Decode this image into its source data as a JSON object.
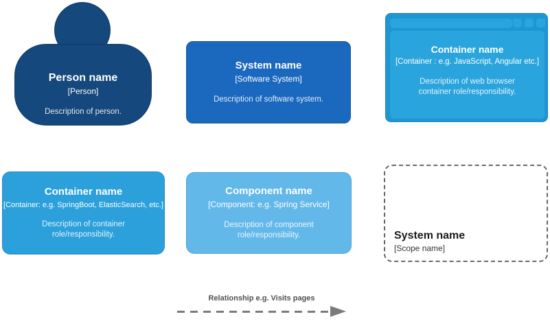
{
  "colors": {
    "person-bg": "#15487C",
    "person-border": "#0d3a66",
    "system-bg": "#1B69BE",
    "system-border": "#155a9f",
    "browser-frame-bg": "#1E96D3",
    "browser-frame-border": "#1a82bb",
    "browser-panel-bg": "#2AA4DD",
    "container-bg": "#2BA0DB",
    "container-border": "#2389c0",
    "component-bg": "#63B8EA",
    "component-border": "#4fa3d8",
    "scope-border": "#666666",
    "scope-text": "#1a1a1a",
    "arrow": "#7a7a7a"
  },
  "nodes": {
    "person": {
      "title": "Person name",
      "subtitle": "[Person]",
      "description": "Description of person."
    },
    "software_system": {
      "title": "System name",
      "subtitle": "[Software System]",
      "description": "Description of software system."
    },
    "web_browser_container": {
      "title": "Container name",
      "subtitle": "[Container : e.g. JavaScript, Angular etc.]",
      "description": "Description of web browser container role/responsibility."
    },
    "container": {
      "title": "Container name",
      "subtitle": "[Container: e.g. SpringBoot, ElasticSearch, etc.]",
      "description": "Description of container role/responsibility."
    },
    "component": {
      "title": "Component name",
      "subtitle": "[Component: e.g. Spring Service]",
      "description": "Description of component role/responsibility."
    },
    "system_scope": {
      "title": "System name",
      "subtitle": "[Scope name]"
    }
  },
  "relationship": {
    "label": "Relationship e.g. Visits pages"
  }
}
